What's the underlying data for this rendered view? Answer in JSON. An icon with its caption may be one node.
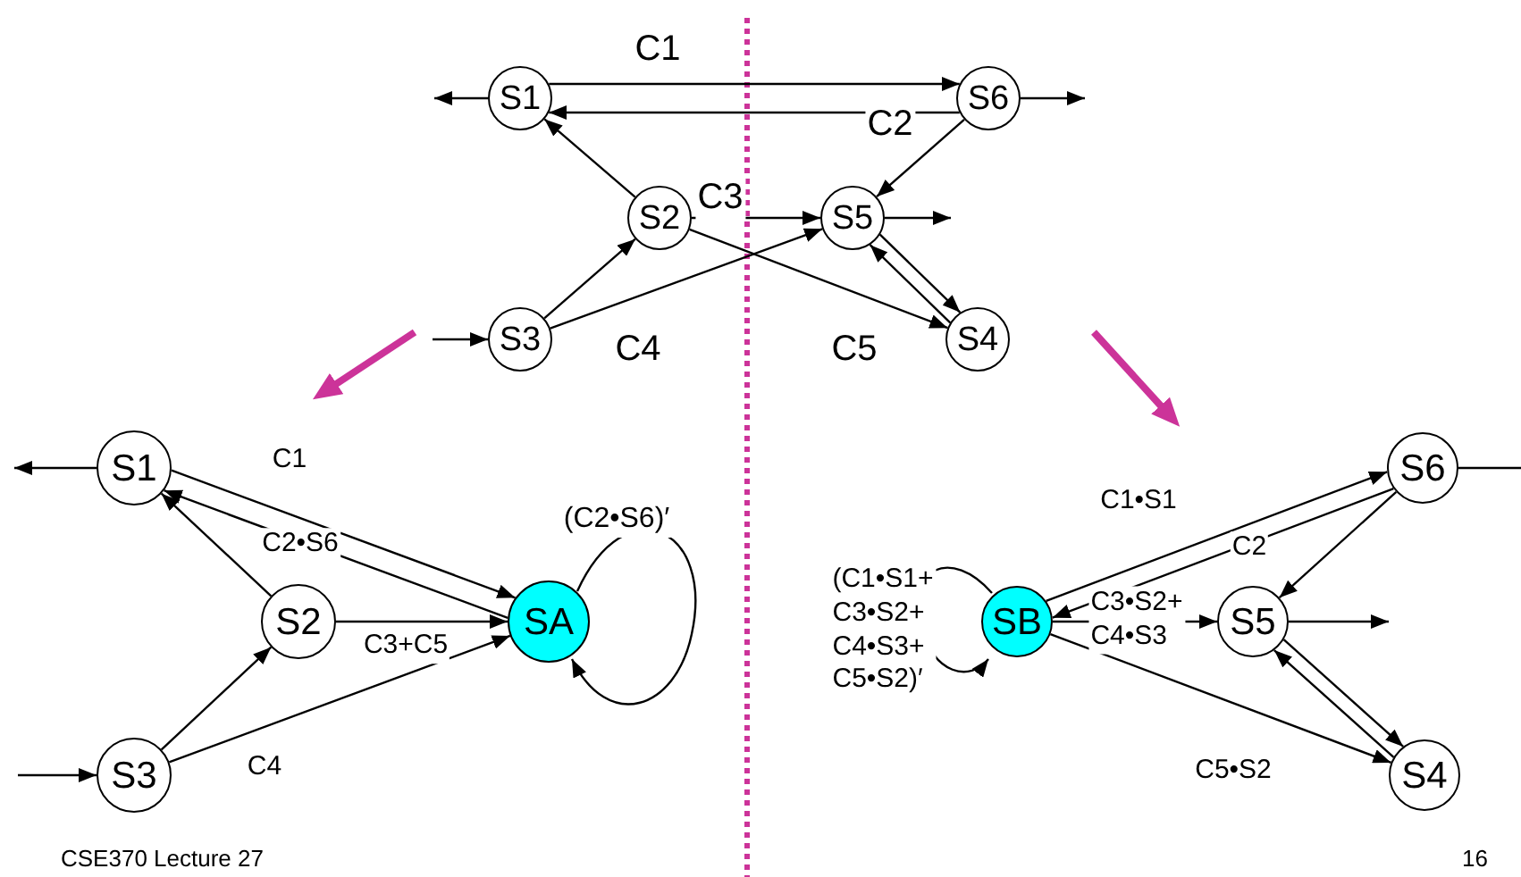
{
  "diagram": {
    "nodes": [
      {
        "text": [
          "S1"
        ]
      },
      {
        "text": [
          "S6"
        ]
      },
      {
        "text": [
          "S2"
        ]
      },
      {
        "text": [
          "S5"
        ]
      },
      {
        "text": [
          "S3"
        ]
      },
      {
        "text": [
          "S4"
        ]
      },
      {
        "text": [
          "S1"
        ]
      },
      {
        "text": [
          "S2"
        ]
      },
      {
        "text": [
          "SA"
        ]
      },
      {
        "text": [
          "S3"
        ]
      },
      {
        "text": [
          "S6"
        ]
      },
      {
        "text": [
          "SB"
        ]
      },
      {
        "text": [
          "S5"
        ]
      },
      {
        "text": [
          "S4"
        ]
      }
    ],
    "edges": [
      {
        "from": 0,
        "to": 1,
        "arrow": "to",
        "label": "C1"
      },
      {
        "from": 1,
        "to": 0,
        "arrow": "to",
        "label": "C2"
      },
      {
        "from": 0,
        "to": null,
        "arrow": "to"
      },
      {
        "from": 1,
        "to": null,
        "arrow": "to"
      },
      {
        "from": 2,
        "to": 0,
        "arrow": "to"
      },
      {
        "from": 2,
        "to": 3,
        "arrow": "to",
        "label": "C3"
      },
      {
        "from": 4,
        "to": 2,
        "arrow": "to"
      },
      {
        "from": 4,
        "to": 3,
        "arrow": "to",
        "label": "C4"
      },
      {
        "from": 2,
        "to": 5,
        "arrow": "to",
        "label": "C5"
      },
      {
        "from": 1,
        "to": 3,
        "arrow": "to"
      },
      {
        "from": 3,
        "to": 5,
        "arrow": "to"
      },
      {
        "from": 5,
        "to": 3,
        "arrow": "to"
      },
      {
        "from": 3,
        "to": null,
        "arrow": "to"
      },
      {
        "from": null,
        "to": 4,
        "arrow": "to"
      },
      {
        "from": 6,
        "to": null,
        "arrow": "to"
      },
      {
        "from": 6,
        "to": 8,
        "arrow": "to",
        "label": "C1"
      },
      {
        "from": 8,
        "to": 6,
        "arrow": "to",
        "label": "C2•S6"
      },
      {
        "from": 7,
        "to": 6,
        "arrow": "to"
      },
      {
        "from": 7,
        "to": 8,
        "arrow": "to",
        "label": "C3+C5"
      },
      {
        "from": 9,
        "to": 7,
        "arrow": "to"
      },
      {
        "from": 9,
        "to": 8,
        "arrow": "to",
        "label": "C4"
      },
      {
        "from": null,
        "to": 9,
        "arrow": "to"
      },
      {
        "from": 8,
        "to": 8,
        "arrow": "to",
        "label": "(C2•S6)′"
      },
      {
        "from": 11,
        "to": 10,
        "arrow": "to",
        "label": "C1•S1"
      },
      {
        "from": 10,
        "to": 11,
        "arrow": "to",
        "label": "C2"
      },
      {
        "from": 10,
        "to": 12,
        "arrow": "to"
      },
      {
        "from": 11,
        "to": 12,
        "arrow": "to",
        "label": "C3•S2+ C4•S3"
      },
      {
        "from": 12,
        "to": null,
        "arrow": "to"
      },
      {
        "from": 12,
        "to": 13,
        "arrow": "to"
      },
      {
        "from": 13,
        "to": 12,
        "arrow": "to"
      },
      {
        "from": 11,
        "to": 13,
        "arrow": "to",
        "label": "C5•S2"
      },
      {
        "from": 10,
        "to": null,
        "arrow": "none"
      },
      {
        "from": 11,
        "to": 11,
        "arrow": "to",
        "label": "(C1•S1+ C3•S2+ C4•S3+ C5•S2)′"
      }
    ],
    "labels": [
      "CSE370 Lecture 27",
      "16"
    ]
  }
}
